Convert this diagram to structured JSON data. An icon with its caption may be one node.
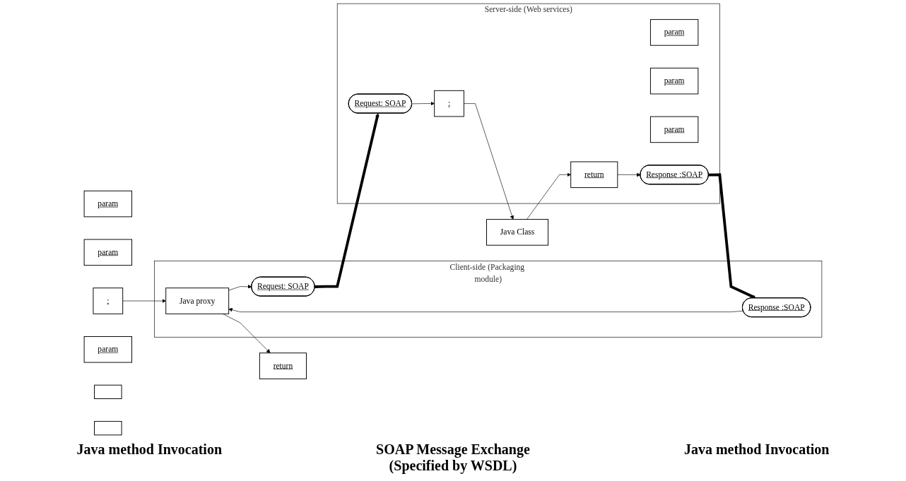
{
  "diagram": {
    "nodes": [
      {
        "text": [
          "param"
        ]
      },
      {
        "text": [
          "param"
        ]
      },
      {
        "text": [
          ":"
        ]
      },
      {
        "text": [
          "param"
        ]
      },
      {
        "text": [
          "return"
        ]
      },
      {
        "text": [
          "Client-side (Packaging module)"
        ]
      },
      {
        "text": [
          "Java proxy"
        ],
        "in": 5
      },
      {
        "text": [
          "Request: SOAP"
        ],
        "in": 5
      },
      {
        "text": [
          "Response :SOAP"
        ],
        "in": 5
      },
      {
        "text": [
          "Server-side (Web services)"
        ]
      },
      {
        "text": [
          "Request: SOAP"
        ],
        "in": 9
      },
      {
        "text": [
          "param"
        ],
        "in": 9
      },
      {
        "text": [
          "param"
        ],
        "in": 9
      },
      {
        "text": [
          ":"
        ],
        "in": 9
      },
      {
        "text": [
          "param"
        ],
        "in": 9
      },
      {
        "text": [
          "return"
        ],
        "in": 9
      },
      {
        "text": [
          "Response :SOAP"
        ],
        "in": 9
      },
      {
        "text": [],
        "shape": "box"
      },
      {
        "text": [],
        "shape": "box"
      },
      {
        "text": [
          "Java Class"
        ]
      }
    ],
    "edges": [
      {
        "from": 2,
        "to": 6,
        "arrow": "to"
      },
      {
        "from": 6,
        "to": 4,
        "arrow": "to"
      },
      {
        "from": 6,
        "to": 7,
        "arrow": "to"
      },
      {
        "from": 8,
        "to": 6,
        "arrow": "to"
      },
      {
        "from": 7,
        "to": 10,
        "arrow": "to",
        "style": "thick"
      },
      {
        "from": 16,
        "to": 8,
        "arrow": "to",
        "style": "thick"
      },
      {
        "from": 10,
        "to": 13,
        "arrow": "to"
      },
      {
        "from": 13,
        "to": 19,
        "arrow": "to"
      },
      {
        "from": 19,
        "to": 15,
        "arrow": "to"
      },
      {
        "from": 15,
        "to": 16,
        "arrow": "to"
      }
    ],
    "labels": [
      "Java method Invocation",
      "SOAP Message Exchange (Specified by WSDL)",
      "Java method Invocation"
    ]
  }
}
